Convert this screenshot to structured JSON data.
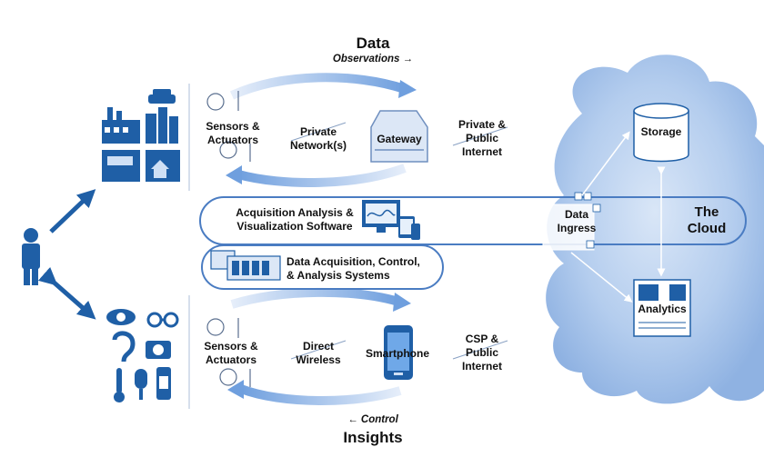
{
  "top": {
    "title": "Data",
    "subtitle": "Observations →"
  },
  "bottom": {
    "title": "Insights",
    "subtitle": "← Control"
  },
  "upper_row": {
    "sensors": "Sensors &\nActuators",
    "network": "Private\nNetwork(s)",
    "gateway": "Gateway",
    "internet": "Private &\nPublic\nInternet"
  },
  "lower_row": {
    "sensors": "Sensors &\nActuators",
    "network": "Direct\nWireless",
    "device": "Smartphone",
    "internet": "CSP &\nPublic\nInternet"
  },
  "software_band": {
    "label": "Acquisition Analysis &\nVisualization Software"
  },
  "systems_band": {
    "label": "Data Acquisition, Control,\n& Analysis Systems"
  },
  "cloud": {
    "title": "The\nCloud",
    "ingress": "Data\nIngress",
    "storage": "Storage",
    "analytics": "Analytics"
  },
  "colors": {
    "primary": "#1f5fa6",
    "cloud": "#a9c6ec",
    "arrow_light": "#c9daf2",
    "outline": "#4a7cc2"
  }
}
